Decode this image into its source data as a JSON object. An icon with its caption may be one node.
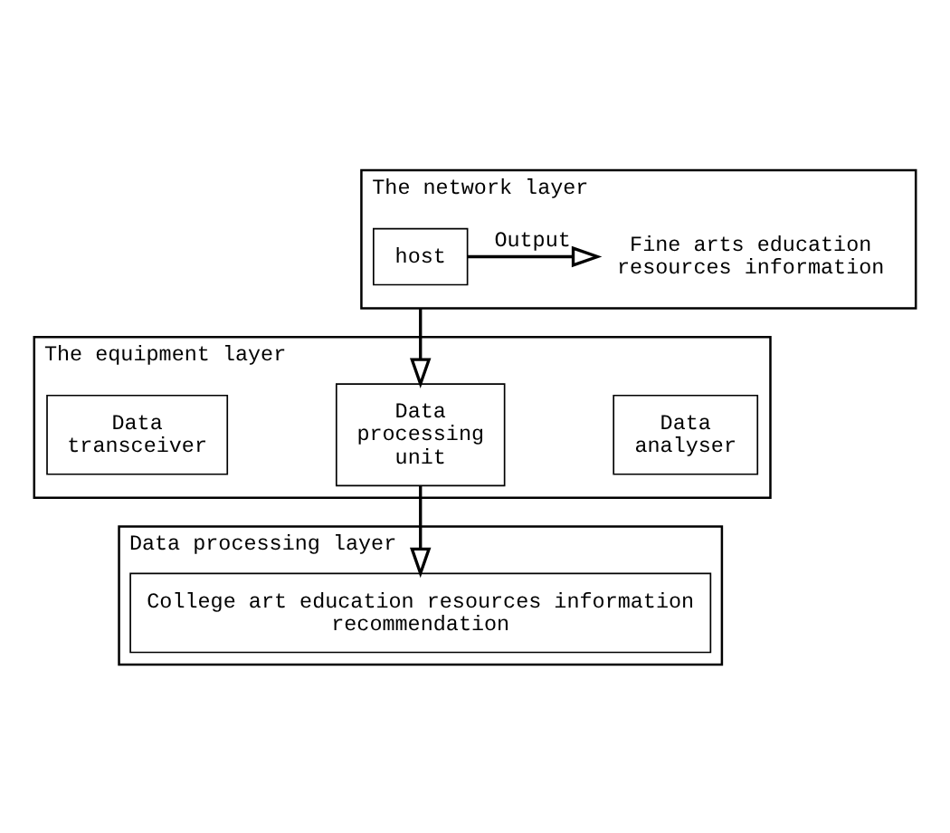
{
  "diagram": {
    "nodes": [
      {
        "text": [
          "The network layer"
        ]
      },
      {
        "text": [
          "host"
        ],
        "in": 0
      },
      {
        "text": [
          "Fine arts education resources information"
        ],
        "in": 0
      },
      {
        "text": [
          "The equipment layer"
        ]
      },
      {
        "text": [
          "Data transceiver"
        ],
        "in": 3
      },
      {
        "text": [
          "Data processing unit"
        ],
        "in": 3
      },
      {
        "text": [
          "Data analyser"
        ],
        "in": 3
      },
      {
        "text": [
          "Data processing layer"
        ]
      },
      {
        "text": [
          "College art education resources information recommendation"
        ],
        "in": 7
      }
    ],
    "edges": [
      {
        "from": 1,
        "to": 2,
        "arrow": "to",
        "label": "Output"
      },
      {
        "from": 0,
        "to": 5,
        "arrow": "to"
      },
      {
        "from": 5,
        "to": 8,
        "arrow": "to"
      }
    ]
  }
}
